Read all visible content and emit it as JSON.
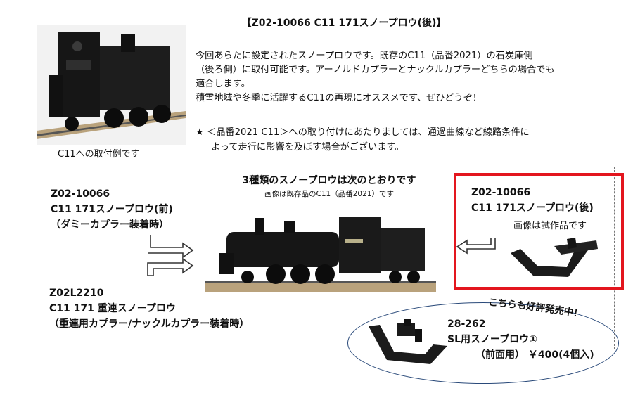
{
  "header": {
    "title": "【Z02-10066 C11 171スノープロウ(後)】"
  },
  "photo": {
    "caption": "C11への取付例です"
  },
  "description": [
    "今回あらたに設定されたスノープロウです。既存のC11（品番2021）の石炭庫側",
    "（後ろ側）に取付可能です。アーノルドカプラーとナックルカプラーどちらの場合でも",
    "適合します。",
    "積雪地域や冬季に活躍するC11の再現にオススメです、ぜひどうぞ！"
  ],
  "note": {
    "line1": "★ ＜品番2021 C11＞への取り付けにあたりましては、通過曲線など線路条件に",
    "line2": "よって走行に影響を及ぼす場合がございます。"
  },
  "comparison": {
    "heading": "3種類のスノープロウは次のとおりです",
    "subheading": "画像は既存品のC11（品番2021）です",
    "front": {
      "code": "Z02-10066",
      "name": "C11 171スノープロウ(前)",
      "note": "（ダミーカプラー装着時）"
    },
    "rear": {
      "code": "Z02-10066",
      "name": "C11 171スノープロウ(後)",
      "note": "画像は試作品です"
    },
    "double": {
      "code": "Z02L2210",
      "name": "C11 171 重連スノープロウ",
      "note": "（重連用カプラー/ナックルカプラー装着時）"
    }
  },
  "promo": {
    "banner": "こちらも好評発売中！",
    "code": "28-262",
    "name": "SL用スノープロウ①",
    "price": "（前面用） ￥400(4個入)"
  },
  "colors": {
    "highlight_border": "#e3161e",
    "oval_border": "#2a4a7a"
  }
}
